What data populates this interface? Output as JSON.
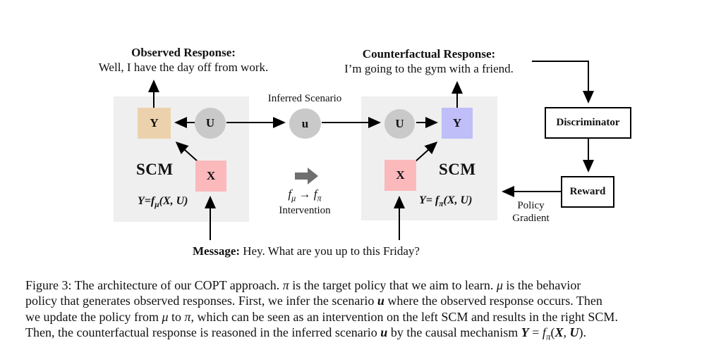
{
  "figure": {
    "observed_response": {
      "heading": "Observed Response:",
      "text": "Well, I have the day off from work."
    },
    "counterfactual_response": {
      "heading": "Counterfactual Response:",
      "text": "I’m going to the gym with a friend."
    },
    "inferred_scenario_label": "Inferred Scenario",
    "scenario_node_label": "u",
    "intervention": {
      "formula": [
        {
          "t": "f",
          "s": "i"
        },
        {
          "t": "μ",
          "s": "isub"
        },
        {
          "t": " → ",
          "s": ""
        },
        {
          "t": "f",
          "s": "i"
        },
        {
          "t": "π",
          "s": "isub"
        }
      ],
      "label": "Intervention"
    },
    "left_scm": {
      "title": "SCM",
      "formula": [
        {
          "t": "Y=f",
          "s": "bi"
        },
        {
          "t": "μ",
          "s": "bisub"
        },
        {
          "t": "(X, U)",
          "s": "bi"
        }
      ],
      "node_y": "Y",
      "node_u": "U",
      "node_x": "X"
    },
    "right_scm": {
      "title": "SCM",
      "formula": [
        {
          "t": "Y= f",
          "s": "bi"
        },
        {
          "t": "π",
          "s": "bisub"
        },
        {
          "t": "(X, U)",
          "s": "bi"
        }
      ],
      "node_y": "Y",
      "node_u": "U",
      "node_x": "X"
    },
    "discriminator_label": "Discriminator",
    "reward_label": "Reward",
    "policy_gradient_label": "Policy\nGradient",
    "message": [
      {
        "t": "Message:",
        "s": "b"
      },
      {
        "t": "  Hey. What are you up to this Friday?",
        "s": ""
      }
    ]
  },
  "caption": {
    "line1": [
      {
        "t": "Figure 3:  The architecture of our COPT approach. ",
        "s": ""
      },
      {
        "t": "π",
        "s": "i"
      },
      {
        "t": " is the target policy that we aim to learn. ",
        "s": ""
      },
      {
        "t": "μ",
        "s": "i"
      },
      {
        "t": " is the behavior",
        "s": ""
      }
    ],
    "line2": [
      {
        "t": "policy that generates observed responses. First, we infer the scenario ",
        "s": ""
      },
      {
        "t": "u",
        "s": "bi"
      },
      {
        "t": " where the observed response occurs. Then",
        "s": ""
      }
    ],
    "line3": [
      {
        "t": "we update the policy from ",
        "s": ""
      },
      {
        "t": "μ",
        "s": "i"
      },
      {
        "t": " to ",
        "s": ""
      },
      {
        "t": "π",
        "s": "i"
      },
      {
        "t": ", which can be seen as an intervention on the left SCM and results in the right SCM.",
        "s": ""
      }
    ],
    "line4": [
      {
        "t": "Then, the counterfactual response is reasoned in the inferred scenario ",
        "s": ""
      },
      {
        "t": "u",
        "s": "bi"
      },
      {
        "t": " by the causal mechanism ",
        "s": ""
      },
      {
        "t": "Y",
        "s": "bi"
      },
      {
        "t": " = ",
        "s": ""
      },
      {
        "t": "f",
        "s": "i"
      },
      {
        "t": "π",
        "s": "isub"
      },
      {
        "t": "(",
        "s": ""
      },
      {
        "t": "X",
        "s": "bi"
      },
      {
        "t": ", ",
        "s": ""
      },
      {
        "t": "U",
        "s": "bi"
      },
      {
        "t": ").",
        "s": ""
      }
    ]
  },
  "colors": {
    "scm_panel_fill": "#efefef",
    "observed_y_fill": "#ecd2ac",
    "counterfactual_y_fill": "#bfbef8",
    "x_node_fill": "#fbb9bc",
    "u_node_fill": "#c9c9c9",
    "intervention_arrow_fill": "#6f6f6f",
    "line_color": "#000000"
  }
}
